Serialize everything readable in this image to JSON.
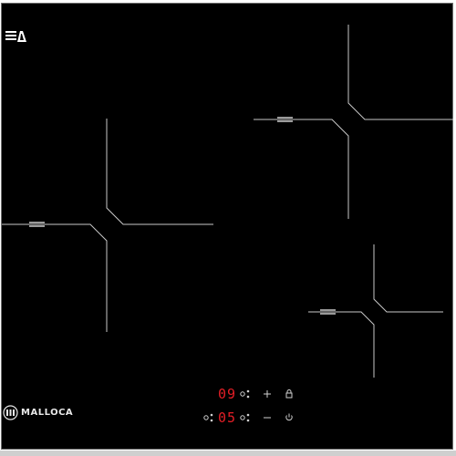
{
  "brand": {
    "name": "MALLOCA",
    "mark_icon": "malloca-circle-logo-icon",
    "top_icon": "heat-stripes-logo-icon"
  },
  "cooking_zones": [
    {
      "name": "left",
      "label_icon": "zone-label-bar-icon"
    },
    {
      "name": "rear-right",
      "label_icon": "zone-label-bar-icon"
    },
    {
      "name": "front-right",
      "label_icon": "zone-label-bar-icon"
    }
  ],
  "control_panel": {
    "display_top": "09",
    "display_bottom": "05",
    "icons": {
      "zone_select": "zone-select-icon",
      "plus": "plus-icon",
      "minus": "minus-icon",
      "lock": "lock-icon",
      "power": "power-icon",
      "timer": "timer-zone-icon"
    }
  },
  "colors": {
    "surface": "#000000",
    "line": "#c8c8c8",
    "display": "#e41e26",
    "frame": "#6e6e6e"
  }
}
